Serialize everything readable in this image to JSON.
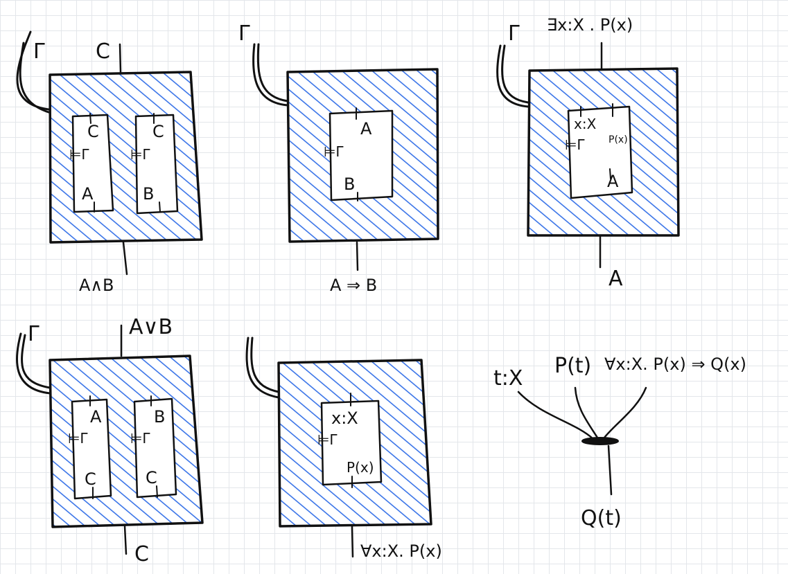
{
  "colors": {
    "hatch": "#3a74e8",
    "ink": "#111111"
  },
  "diagrams": {
    "and_elim": {
      "context": "Γ",
      "goal": "C",
      "input": "A∧B",
      "left_box": {
        "goal": "C",
        "turnstile": "⊨Γ",
        "hyp": "A"
      },
      "right_box": {
        "goal": "C",
        "turnstile": "⊨Γ",
        "hyp": "B"
      }
    },
    "implies_intro": {
      "context": "Γ",
      "goal": "A ⇒ B",
      "box": {
        "goal": "A",
        "turnstile": "⊨Γ",
        "hyp": "B"
      }
    },
    "exists_elim": {
      "context": "Γ",
      "input": "∃x:X . P(x)",
      "goal": "A",
      "box": {
        "var": "x:X",
        "turnstile": "⊨Γ",
        "pred": "P(x)",
        "goal": "A"
      }
    },
    "or_elim": {
      "context": "Γ",
      "input": "A∨B",
      "goal": "C",
      "left_box": {
        "hyp": "A",
        "turnstile": "⊨Γ",
        "goal": "C"
      },
      "right_box": {
        "hyp": "B",
        "turnstile": "⊨Γ",
        "goal": "C"
      }
    },
    "forall_intro": {
      "box": {
        "var": "x:X",
        "turnstile": "⊨Γ",
        "goal": "P(x)"
      },
      "goal": "∀x:X. P(x)"
    },
    "forall_elim": {
      "inputs": [
        "t:X",
        "P(t)",
        "∀x:X. P(x) ⇒ Q(x)"
      ],
      "output": "Q(t)"
    }
  }
}
